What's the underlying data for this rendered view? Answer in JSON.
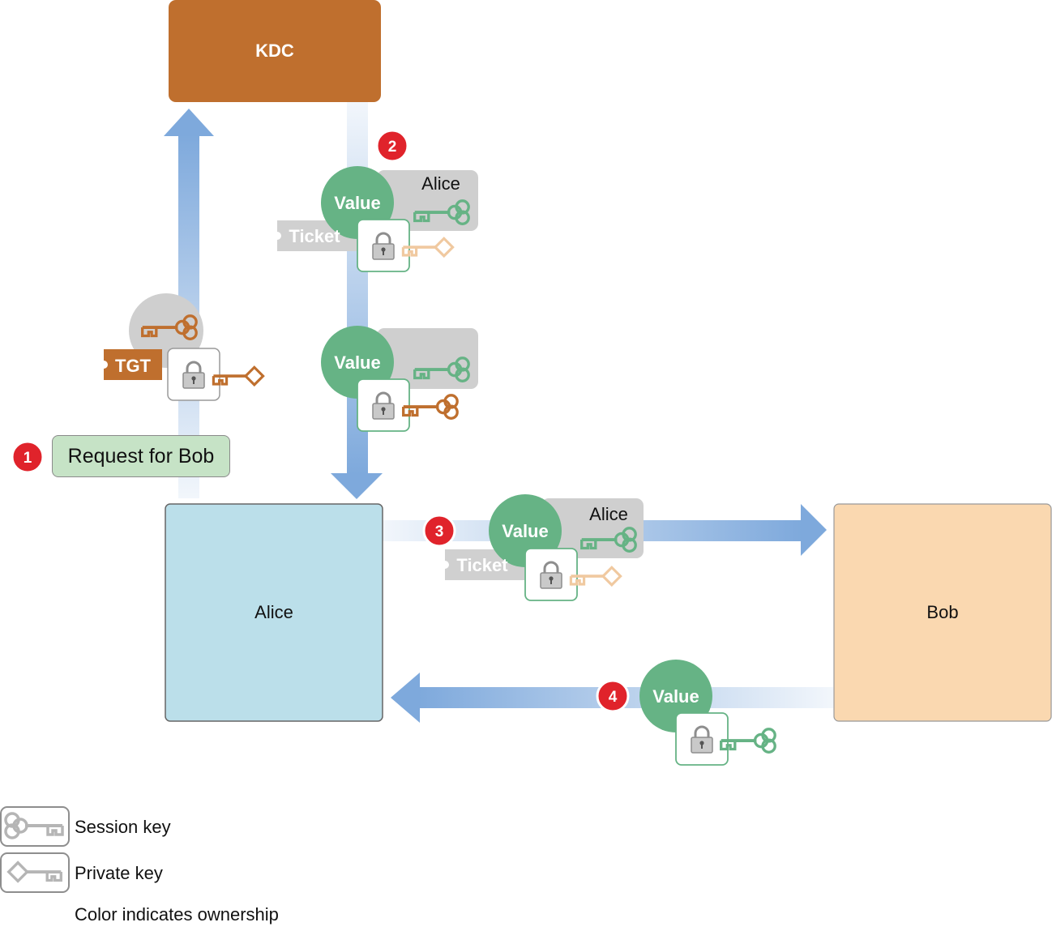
{
  "nodes": {
    "kdc": "KDC",
    "alice": "Alice",
    "bob": "Bob"
  },
  "step1": {
    "number": "1",
    "request_label": "Request for Bob",
    "tgt_label": "TGT"
  },
  "step2": {
    "number": "2",
    "value_label": "Value",
    "owner_label": "Alice",
    "ticket_label": "Ticket",
    "value_label_2": "Value"
  },
  "step3": {
    "number": "3",
    "value_label": "Value",
    "owner_label": "Alice",
    "ticket_label": "Ticket"
  },
  "step4": {
    "number": "4",
    "value_label": "Value"
  },
  "legend": {
    "session_key": "Session key",
    "private_key": "Private key",
    "note": "Color indicates ownership"
  },
  "colors": {
    "kdc": "#bf6f2e",
    "alice": "#bbdfea",
    "bob": "#fad8b0",
    "value_green": "#66b385",
    "arrow_blue": "#7ea9dc",
    "badge_red": "#e0232b",
    "ticket_gray": "#d0d0d0",
    "request_green": "#c6e3c6"
  },
  "icons": [
    "lock-icon",
    "session-key-icon",
    "private-key-icon",
    "arrow-icon"
  ]
}
